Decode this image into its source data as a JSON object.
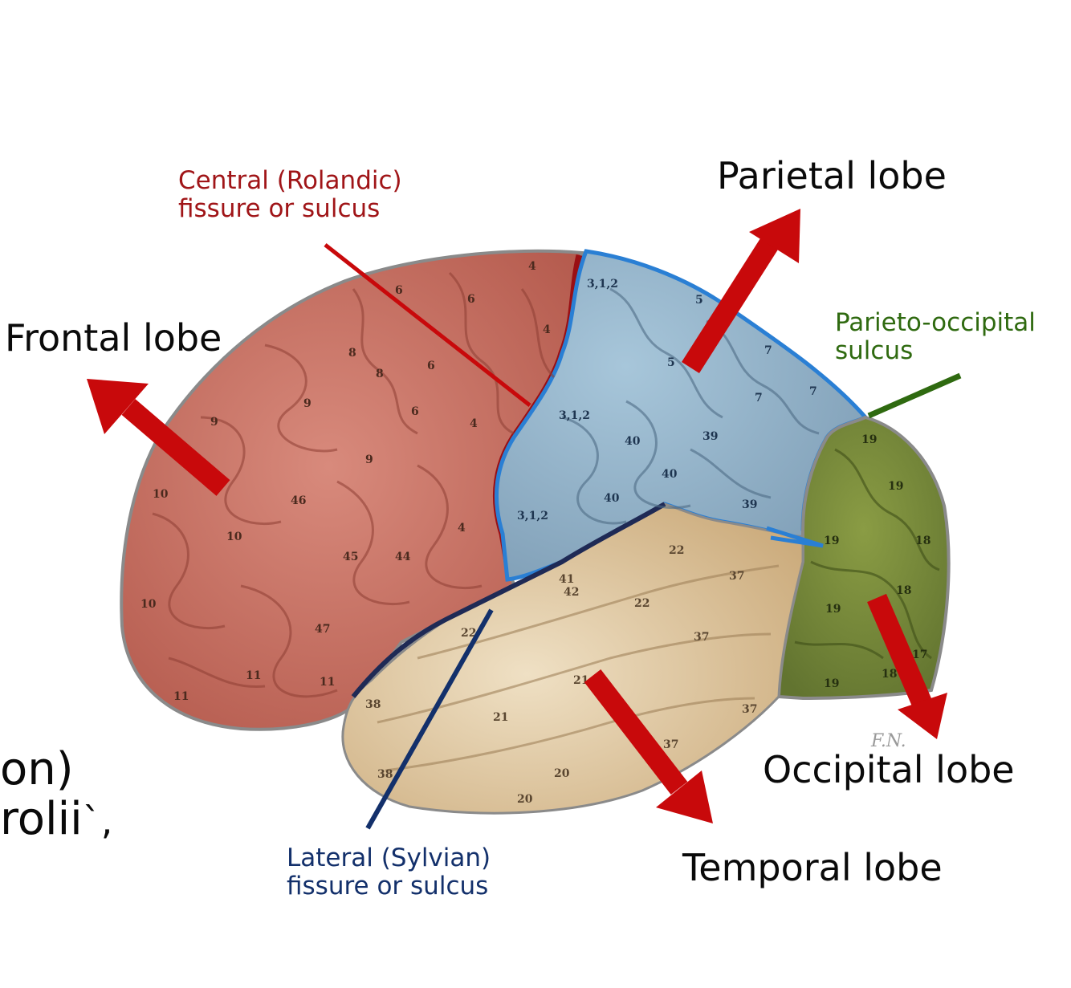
{
  "labels": {
    "frontal": "Frontal lobe",
    "parietal": "Parietal lobe",
    "occipital": "Occipital lobe",
    "temporal": "Temporal lobe",
    "central_1": "Central (Rolandic)",
    "central_2": "fissure or sulcus",
    "lateral_1": "Lateral (Sylvian)",
    "lateral_2": "fissure or sulcus",
    "po_1": "Parieto-occipital",
    "po_2": "sulcus",
    "cut_1": "on)",
    "cut_2": "rolii",
    "signature": "F.N."
  },
  "brodmann": {
    "frontal": [
      "4",
      "6",
      "6",
      "4",
      "8",
      "8",
      "6",
      "9",
      "6",
      "4",
      "9",
      "9",
      "10",
      "46",
      "10",
      "4",
      "45",
      "44",
      "10",
      "47",
      "11",
      "11",
      "11"
    ],
    "parietal": [
      "3,1,2",
      "5",
      "5",
      "7",
      "7",
      "7",
      "3,1,2",
      "40",
      "39",
      "40",
      "40",
      "3,1,2",
      "39"
    ],
    "temporal": [
      "22",
      "37",
      "41",
      "42",
      "22",
      "22",
      "37",
      "38",
      "21",
      "21",
      "37",
      "38",
      "20",
      "20",
      "37"
    ],
    "occipital": [
      "19",
      "19",
      "19",
      "18",
      "18",
      "19",
      "17",
      "19",
      "18"
    ]
  },
  "colors": {
    "frontal": "#c46a5c",
    "parietal": "#8fb2c8",
    "temporal": "#d9c19c",
    "occipital": "#7c8f3c",
    "arrow": "#c8090b",
    "central": "#a01518",
    "lateral": "#13306b",
    "parieto_occipital": "#2f6a10"
  }
}
